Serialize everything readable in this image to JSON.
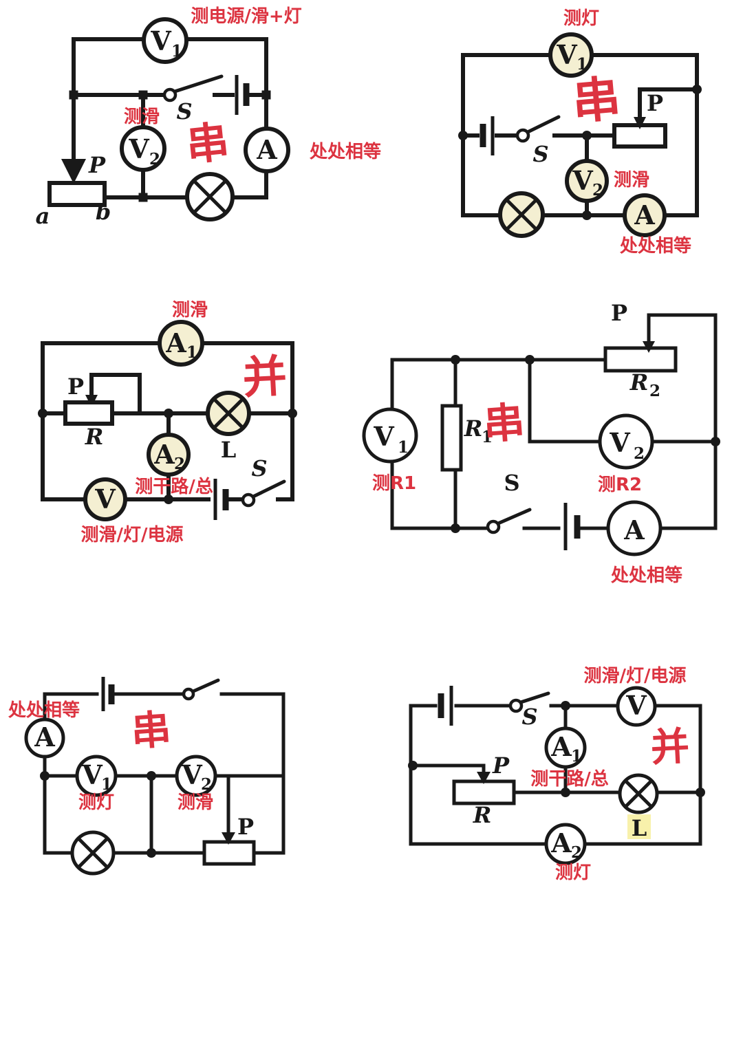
{
  "page": {
    "colors": {
      "ink": "#191919",
      "red": "#dc3340",
      "cream": "#f4efd2",
      "highlight": "#f7ee9c",
      "paper": "#ffffff"
    }
  },
  "diagrams": {
    "d1": {
      "annotations": {
        "v1_note": "测电源/滑+灯",
        "v2_note": "测滑",
        "type_mark": "串",
        "a_note": "处处相等"
      },
      "labels": {
        "v1_base": "V",
        "v1_sub": "1",
        "v2_base": "V",
        "v2_sub": "2",
        "a": "A",
        "s": "S",
        "p": "P",
        "end_a": "a",
        "end_b": "b"
      }
    },
    "d2": {
      "annotations": {
        "v1_note": "测灯",
        "type_mark": "串",
        "v2_note": "测滑",
        "a_note": "处处相等"
      },
      "labels": {
        "v1_base": "V",
        "v1_sub": "1",
        "v2_base": "V",
        "v2_sub": "2",
        "a": "A",
        "s": "S",
        "p": "P"
      }
    },
    "d3": {
      "annotations": {
        "a1_note": "测滑",
        "type_mark": "并",
        "a2_note": "测干路/总",
        "v_note": "测滑/灯/电源"
      },
      "labels": {
        "a1_base": "A",
        "a1_sub": "1",
        "a2_base": "A",
        "a2_sub": "2",
        "v": "V",
        "s": "S",
        "p": "P",
        "r": "R",
        "l": "L"
      }
    },
    "d4": {
      "annotations": {
        "type_mark": "串",
        "v1_note": "测R1",
        "v2_note": "测R2",
        "a_note": "处处相等"
      },
      "labels": {
        "v1_base": "V",
        "v1_sub": "1",
        "v2_base": "V",
        "v2_sub": "2",
        "a": "A",
        "s": "S",
        "p": "P",
        "r1_base": "R",
        "r1_sub": "1",
        "r2_base": "R",
        "r2_sub": "2"
      }
    },
    "d5": {
      "annotations": {
        "a_note": "处处相等",
        "type_mark": "串",
        "v1_note": "测灯",
        "v2_note": "测滑"
      },
      "labels": {
        "a": "A",
        "v1_base": "V",
        "v1_sub": "1",
        "v2_base": "V",
        "v2_sub": "2",
        "p": "P"
      }
    },
    "d6": {
      "annotations": {
        "v_note": "测滑/灯/电源",
        "type_mark": "并",
        "a1_note": "测干路/总",
        "a2_note": "测灯"
      },
      "labels": {
        "v": "V",
        "a1_base": "A",
        "a1_sub": "1",
        "a2_base": "A",
        "a2_sub": "2",
        "s": "S",
        "p": "P",
        "r": "R",
        "l": "L"
      }
    }
  }
}
